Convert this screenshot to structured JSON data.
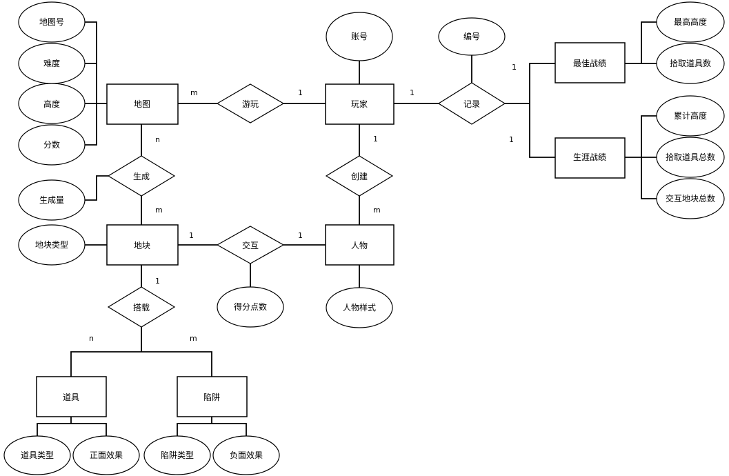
{
  "entities": {
    "map": "地图",
    "player": "玩家",
    "best_record": "最佳战绩",
    "career_record": "生涯战绩",
    "block": "地块",
    "character": "人物",
    "item": "道具",
    "trap": "陷阱"
  },
  "relationships": {
    "play": "游玩",
    "record": "记录",
    "generate": "生成",
    "create": "创建",
    "interact": "交互",
    "carry": "搭载"
  },
  "attributes": {
    "map_id": "地图号",
    "difficulty": "难度",
    "height": "高度",
    "score": "分数",
    "account": "账号",
    "record_id": "编号",
    "max_height": "最高高度",
    "pickup_items": "拾取道具数",
    "total_height": "累计高度",
    "total_pickup_items": "拾取道具总数",
    "total_interact_blocks": "交互地块总数",
    "gen_amount": "生成量",
    "block_type": "地块类型",
    "score_points": "得分点数",
    "character_style": "人物样式",
    "item_type": "道具类型",
    "positive_effect": "正面效果",
    "trap_type": "陷阱类型",
    "negative_effect": "负面效果"
  },
  "cardinalities": {
    "play_map": "m",
    "play_player": "1",
    "record_player": "1",
    "record_best": "1",
    "record_career": "1",
    "generate_map": "n",
    "generate_block": "m",
    "create_player": "1",
    "create_character": "m",
    "interact_block": "1",
    "interact_character": "1",
    "carry_block": "1",
    "carry_item": "n",
    "carry_trap": "m"
  }
}
